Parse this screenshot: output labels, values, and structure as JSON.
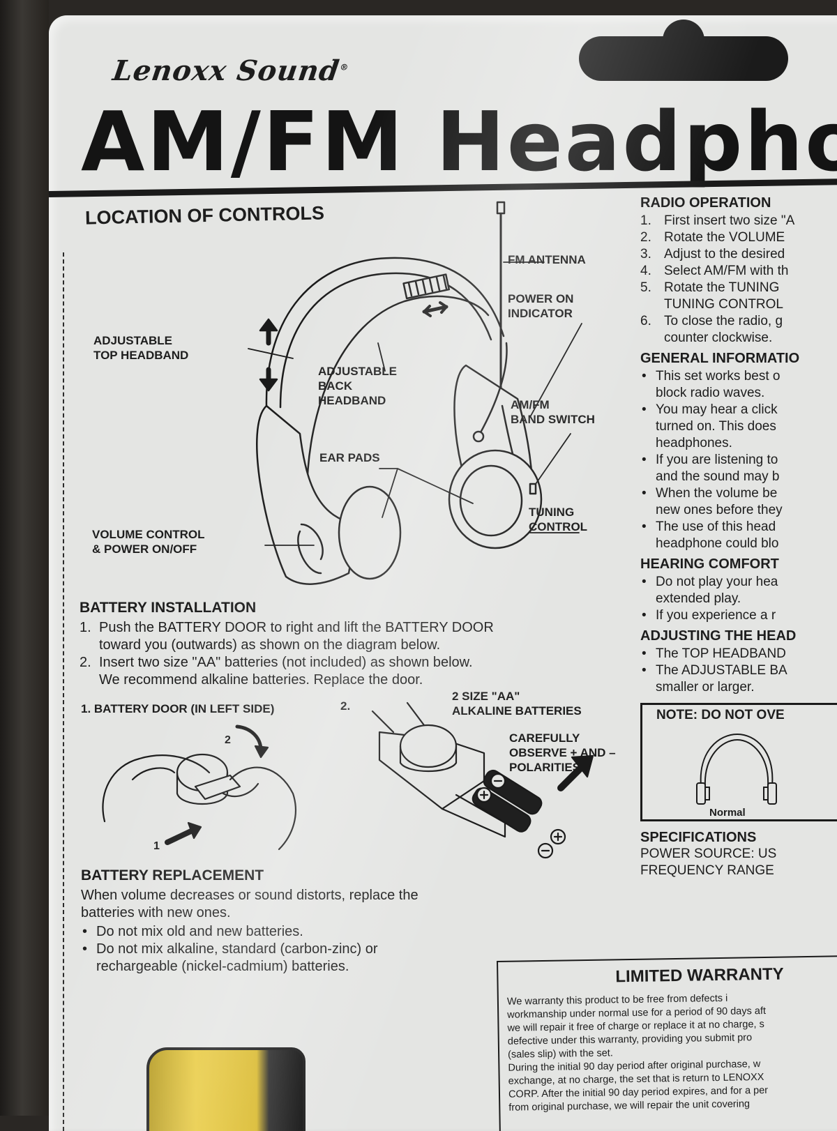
{
  "brand": {
    "name": "Lenoxx Sound",
    "reg_mark": "®"
  },
  "title": "AM/FM Headpho",
  "location_of_controls": {
    "heading": "LOCATION OF CONTROLS",
    "labels": {
      "fm_antenna": "FM ANTENNA",
      "power_indicator": [
        "POWER ON",
        "INDICATOR"
      ],
      "top_headband": [
        "ADJUSTABLE",
        "TOP HEADBAND"
      ],
      "back_headband": [
        "ADJUSTABLE",
        "BACK",
        "HEADBAND"
      ],
      "band_switch": [
        "AM/FM",
        "BAND SWITCH"
      ],
      "ear_pads": "EAR PADS",
      "tuning_control": [
        "TUNING",
        "CONTROL"
      ],
      "volume_control": [
        "VOLUME CONTROL",
        "& POWER ON/OFF"
      ]
    }
  },
  "battery_installation": {
    "heading": "BATTERY INSTALLATION",
    "steps": [
      {
        "num": "1.",
        "lines": [
          "Push the BATTERY DOOR to right and lift the BATTERY DOOR",
          "toward you (outwards) as shown on the diagram below."
        ]
      },
      {
        "num": "2.",
        "lines": [
          "Insert two size \"AA\" batteries (not included) as shown below.",
          "We recommend alkaline batteries. Replace the door."
        ]
      }
    ],
    "fig1_label": "1. BATTERY DOOR (IN LEFT SIDE)",
    "fig1_step_a": "1",
    "fig1_step_b": "2",
    "fig2_num": "2.",
    "fig2_batteries": [
      "2 SIZE \"AA\"",
      "ALKALINE BATTERIES"
    ],
    "fig2_polarity": [
      "CAREFULLY",
      "OBSERVE + AND –",
      "POLARITIES."
    ]
  },
  "battery_replacement": {
    "heading": "BATTERY REPLACEMENT",
    "intro": [
      "When volume decreases or sound distorts, replace the",
      "batteries with new ones."
    ],
    "bullets": [
      [
        "Do not mix old and new batteries."
      ],
      [
        "Do not mix alkaline, standard (carbon-zinc) or",
        "rechargeable (nickel-cadmium) batteries."
      ]
    ]
  },
  "right_column": {
    "radio_heading": "RADIO OPERATION",
    "radio_steps": [
      {
        "num": "1.",
        "lines": [
          "First insert two size \"A"
        ]
      },
      {
        "num": "2.",
        "lines": [
          "Rotate the VOLUME"
        ]
      },
      {
        "num": "3.",
        "lines": [
          "Adjust to the desired"
        ]
      },
      {
        "num": "4.",
        "lines": [
          "Select AM/FM with th"
        ]
      },
      {
        "num": "5.",
        "lines": [
          "Rotate the TUNING",
          "TUNING CONTROL"
        ]
      },
      {
        "num": "6.",
        "lines": [
          "To close the radio, g",
          "counter clockwise."
        ]
      }
    ],
    "general_heading": "GENERAL INFORMATIO",
    "general_bullets": [
      [
        "This set works best o",
        "block radio waves."
      ],
      [
        "You may hear a click",
        "turned on. This does",
        "headphones."
      ],
      [
        "If you are listening to",
        "and the sound may b"
      ],
      [
        "When the volume be",
        "new ones before they"
      ],
      [
        "The use of this head",
        "headphone could blo"
      ]
    ],
    "comfort_heading": "HEARING COMFORT",
    "comfort_bullets": [
      [
        "Do not play your hea",
        "extended play."
      ],
      [
        "If you experience a r"
      ]
    ],
    "adjust_heading": "ADJUSTING THE HEAD",
    "adjust_bullets": [
      [
        "The TOP HEADBAND"
      ],
      [
        "The ADJUSTABLE BA",
        "smaller or larger."
      ]
    ],
    "note_title": "NOTE: DO NOT OVE",
    "note_label": "Normal",
    "spec_heading": "SPECIFICATIONS",
    "spec_lines": [
      "POWER SOURCE: US",
      "FREQUENCY RANGE"
    ]
  },
  "warranty": {
    "heading": "LIMITED WARRANTY",
    "body": "We warranty this product to be free from defects i\nworkmanship under normal use for a period of 90 days aft\nwe will repair it free of charge or replace it at no charge, s\ndefective under this warranty, providing you submit pro\n(sales slip) with the set.\nDuring the initial 90 day period after original purchase, w\nexchange, at no charge, the set that is return to LENOXX\nCORP. After the initial 90 day period expires, and for a per\nfrom original purchase, we will repair the unit covering"
  }
}
